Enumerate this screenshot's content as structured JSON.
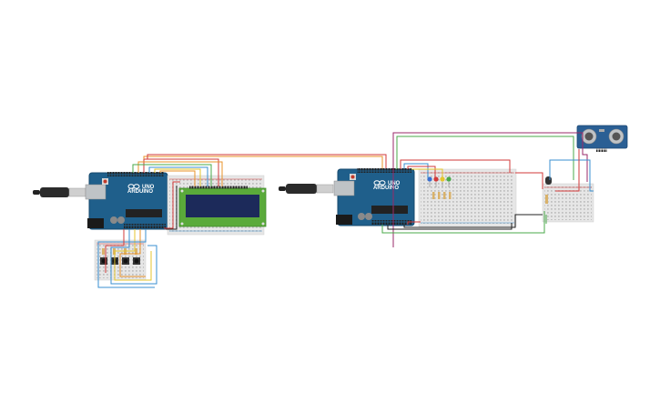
{
  "arduino_left": {
    "model_label": "UNO",
    "brand_label": "ARDUINO"
  },
  "arduino_right": {
    "model_label": "UNO",
    "brand_label": "ARDUINO"
  },
  "colors": {
    "board": "#1f5f8b",
    "board_dark": "#174a6d",
    "breadboard": "#e6e6e6",
    "lcd_pcb": "#5aaa3a",
    "lcd_screen": "#1c2a5a",
    "sensor": "#2a5f94",
    "wire_red": "#d23a3a",
    "wire_orange": "#e8932a",
    "wire_yellow": "#e4c62e",
    "wire_green": "#4aa84a",
    "wire_blue": "#3a8fd0",
    "wire_purple": "#9a2a6a"
  }
}
